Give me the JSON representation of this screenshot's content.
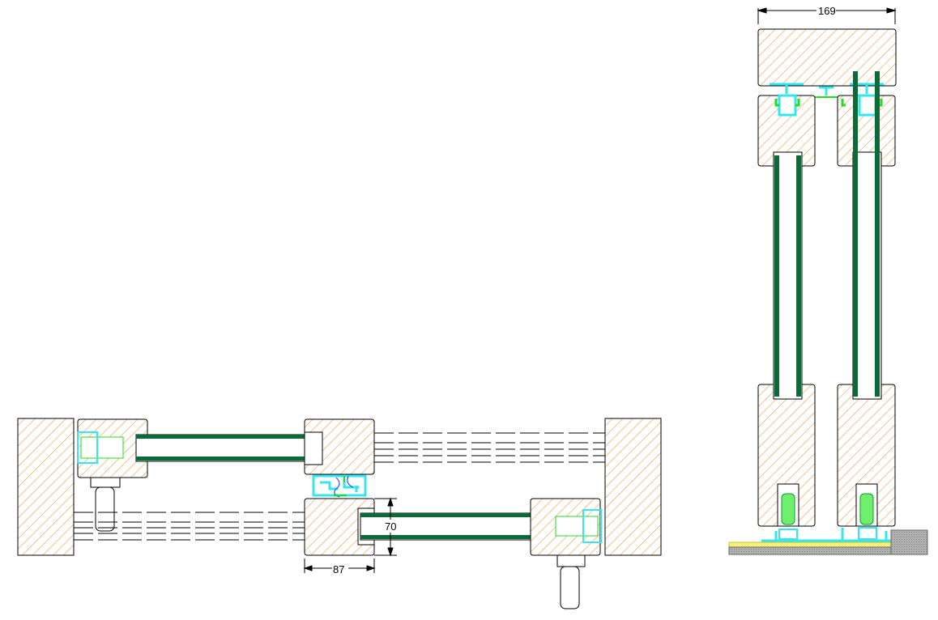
{
  "drawing": {
    "dimensions": {
      "overall_section_width": "169",
      "sash_thickness": "70",
      "frame_width": "87"
    },
    "colors": {
      "wood_hatch": "#f0a050",
      "glass": "#0a6b38",
      "aluminium_profile": "#33e6f0",
      "gasket": "#22dd22",
      "floor": "#a8a8a8",
      "threshold": "#f5f07a"
    }
  }
}
